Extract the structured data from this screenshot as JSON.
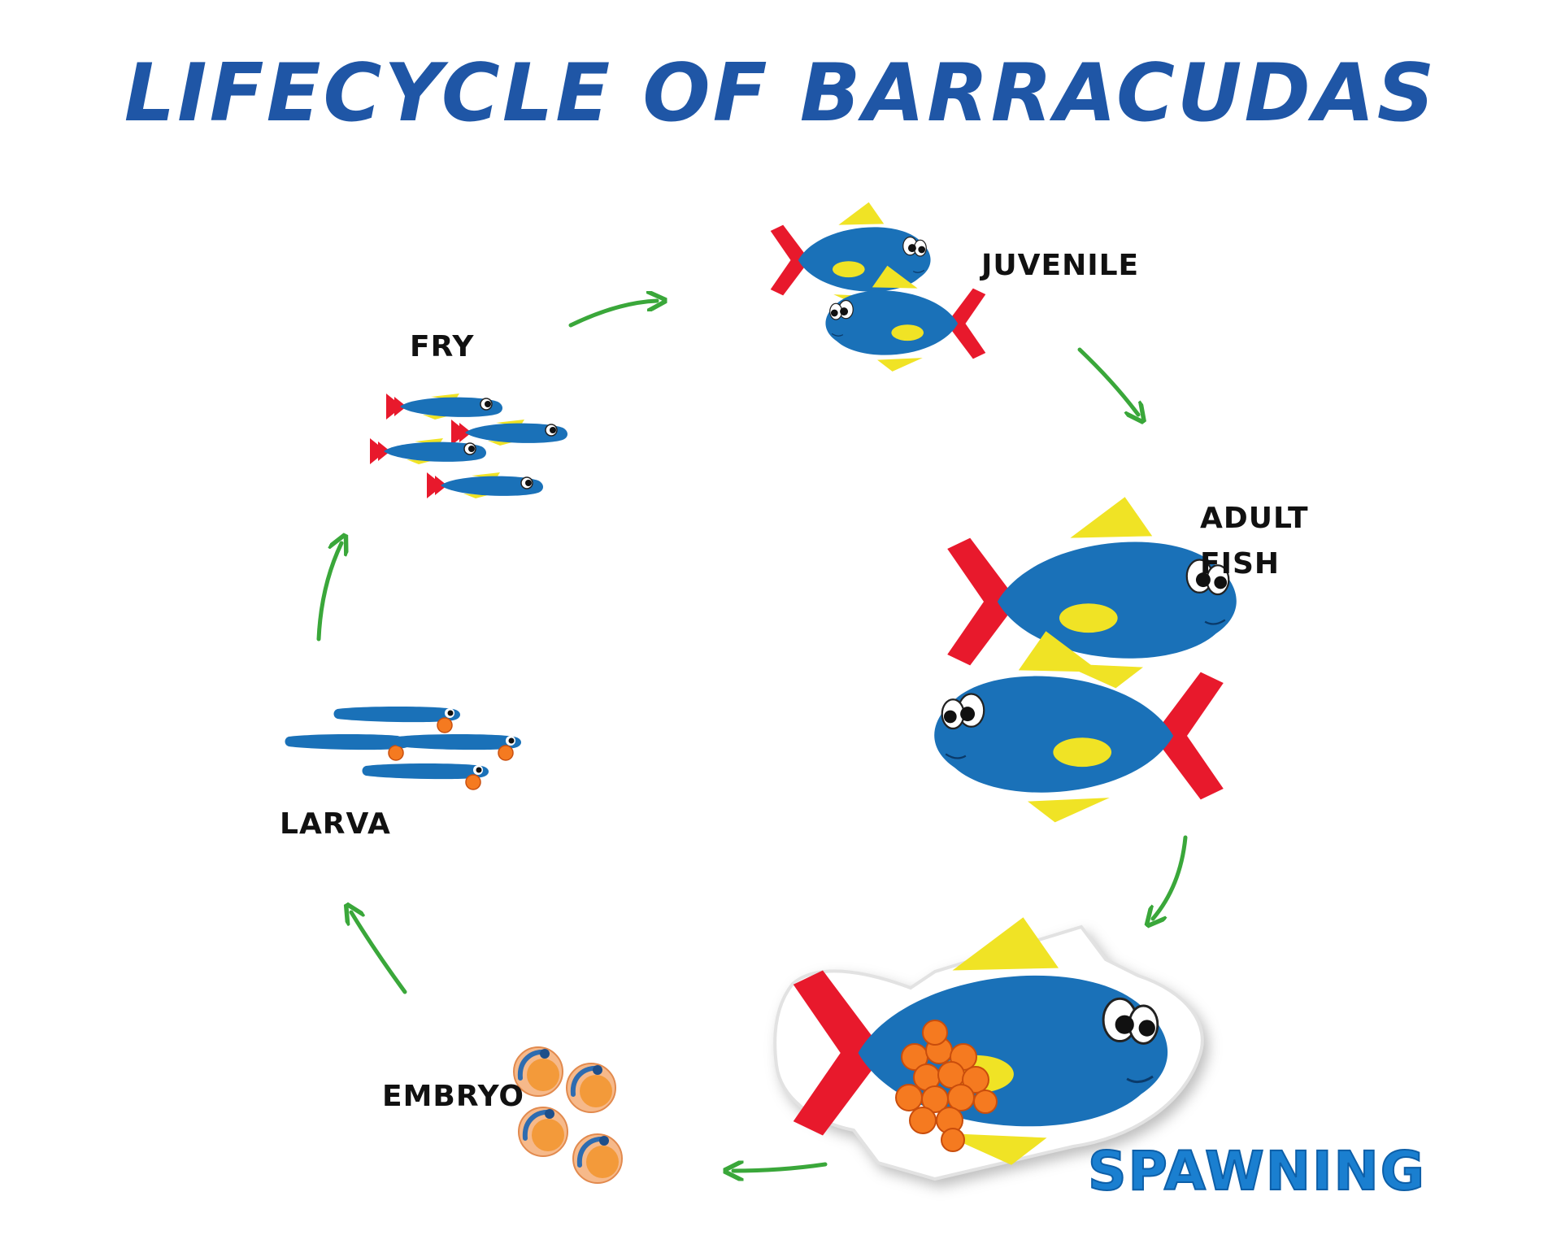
{
  "title": "LIFECYCLE OF BARRACUDAS",
  "stages": {
    "juvenile": "JUVENILE",
    "adult_line1": "ADULT",
    "adult_line2": "FISH",
    "spawning": "SPAWNING",
    "embryo": "EMBRYO",
    "larva": "LARVA",
    "fry": "FRY"
  },
  "colors": {
    "title": "#1f56a6",
    "fish_body": "#1a71b8",
    "fin": "#f0e325",
    "tail": "#e8192c",
    "egg": "#f39a5a",
    "roe": "#f57a20",
    "arrow": "#3aa73a",
    "spawning_text": "#1a7fd0"
  }
}
